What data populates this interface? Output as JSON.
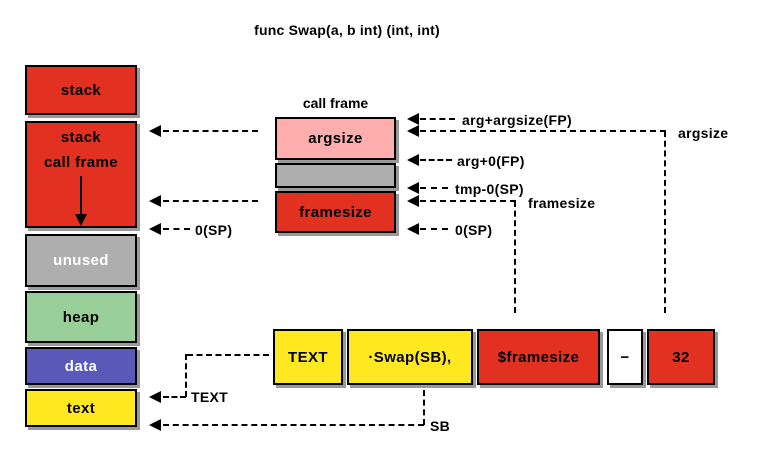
{
  "title": "func Swap(a, b int) (int, int)",
  "memory_map": {
    "boxes": [
      {
        "label": "stack",
        "color": "#e23120"
      },
      {
        "label": "stack",
        "sublabel": "call frame",
        "color": "#e23120"
      },
      {
        "label": "unused",
        "color": "#aeaeae"
      },
      {
        "label": "heap",
        "color": "#99cf99"
      },
      {
        "label": "data",
        "color": "#5a58b8"
      },
      {
        "label": "text",
        "color": "#ffe81f"
      }
    ]
  },
  "call_frame": {
    "title": "call frame",
    "boxes": [
      {
        "label": "argsize",
        "color": "#ffadad"
      },
      {
        "label": "",
        "color": "#aeaeae"
      },
      {
        "label": "framesize",
        "color": "#e23120"
      }
    ]
  },
  "instruction": {
    "parts": [
      {
        "label": "TEXT",
        "color": "#ffe81f"
      },
      {
        "label": "·Swap(SB),",
        "color": "#ffe81f"
      },
      {
        "label": "$framesize",
        "color": "#e23120"
      },
      {
        "label": "−",
        "color": "#ffffff"
      },
      {
        "label": "32",
        "color": "#e23120"
      }
    ]
  },
  "annotations": {
    "arg_argsize_fp": "arg+argsize(FP)",
    "argsize": "argsize",
    "arg_0_fp": "arg+0(FP)",
    "tmp_0_sp": "tmp-0(SP)",
    "framesize": "framesize",
    "sp_right": "0(SP)",
    "sp_left": "0(SP)",
    "text_pointer": "TEXT",
    "sb_pointer": "SB"
  },
  "colors": {
    "red": "#e23120",
    "pink": "#ffadad",
    "gray": "#aeaeae",
    "green": "#99cf99",
    "blue": "#5a58b8",
    "yellow": "#ffe81f",
    "shadow": "#999999",
    "line": "#000000"
  }
}
